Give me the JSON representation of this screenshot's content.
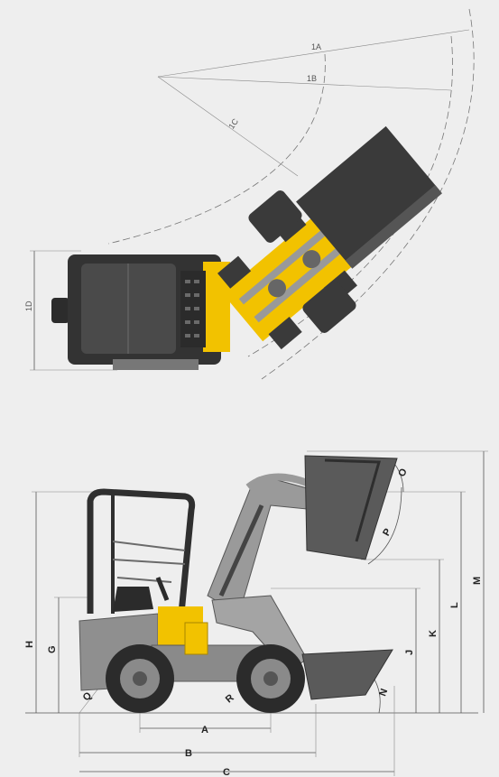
{
  "top_view": {
    "labels": {
      "a1": "1A",
      "b1": "1B",
      "c1": "1C",
      "d1": "1D"
    }
  },
  "side_view": {
    "labels": {
      "a": "A",
      "b": "B",
      "c": "C",
      "g": "G",
      "h": "H",
      "j": "J",
      "k": "K",
      "l": "L",
      "m": "M",
      "n": "N",
      "o": "O",
      "p": "P",
      "q": "Q",
      "r": "R"
    }
  },
  "colors": {
    "background": "#eeeeee",
    "machine_yellow": "#f2c200",
    "body_grey": "#8f8f8f",
    "dark_grey": "#3a3a3a",
    "dimension_line": "#555555"
  }
}
